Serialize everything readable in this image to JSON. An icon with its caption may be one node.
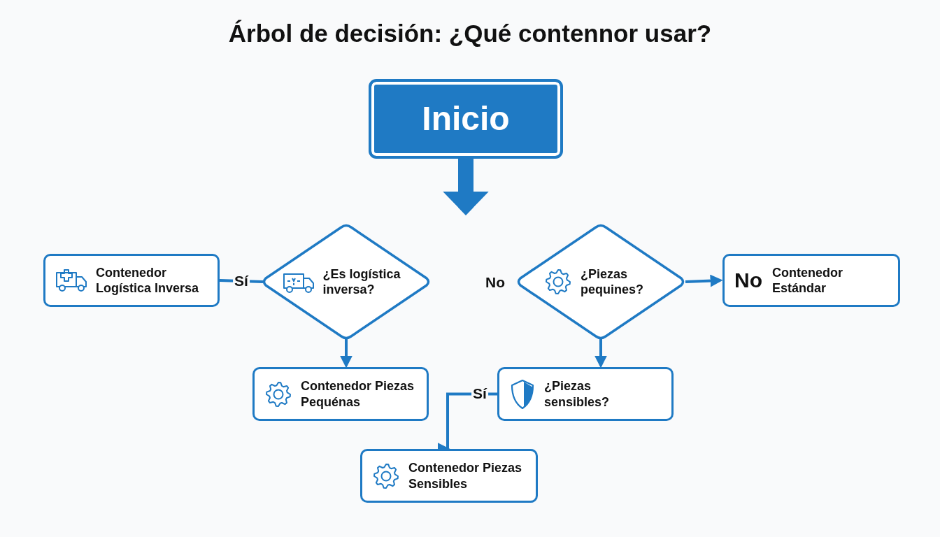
{
  "diagram": {
    "title": "Árbol de decisión: ¿Qué contennor usar?",
    "nodes": [
      {
        "text": [
          "Inicio"
        ]
      },
      {
        "text": [
          "Contenedor Logística Inversa"
        ]
      },
      {
        "text": [
          "¿Es logística inversa?"
        ]
      },
      {
        "text": [
          "¿Piezas pequines?"
        ],
        "beside": [
          "No"
        ]
      },
      {
        "text": [
          "No",
          "Contenedor Estándar"
        ]
      },
      {
        "text": [
          "Contenedor Piezas Pequénas"
        ]
      },
      {
        "text": [
          "¿Piezas sensibles?"
        ]
      },
      {
        "text": [
          "Contenedor Piezas Sensibles"
        ]
      }
    ],
    "edges": [
      {
        "from": 0,
        "to": null,
        "arrow": "to",
        "style": "thick"
      },
      {
        "from": 2,
        "to": 1,
        "arrow": "none",
        "label": "Sí"
      },
      {
        "from": 3,
        "to": 4,
        "arrow": "to"
      },
      {
        "from": 2,
        "to": 5,
        "arrow": "to"
      },
      {
        "from": 3,
        "to": 6,
        "arrow": "to"
      },
      {
        "from": 6,
        "to": 7,
        "arrow": "to",
        "label": "Sí"
      }
    ]
  }
}
